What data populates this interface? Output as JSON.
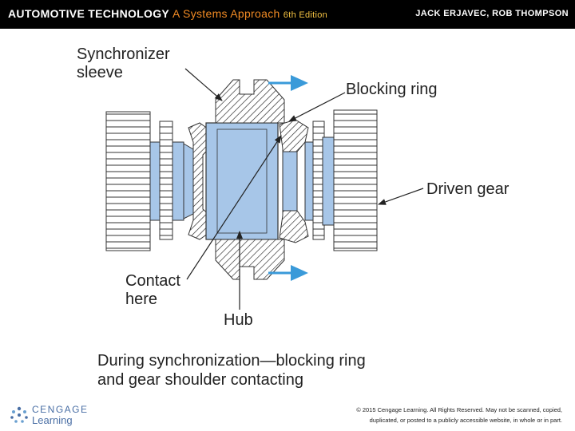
{
  "header": {
    "title_part1": "AUTOMOTIVE TECHNOLOGY",
    "title_part2": "A Systems Approach",
    "title_part3": "6th Edition",
    "authors": "JACK ERJAVEC, ROB THOMPSON"
  },
  "diagram": {
    "labels": {
      "synchronizer_sleeve_line1": "Synchronizer",
      "synchronizer_sleeve_line2": "sleeve",
      "blocking_ring": "Blocking ring",
      "driven_gear": "Driven gear",
      "contact_here_line1": "Contact",
      "contact_here_line2": "here",
      "hub": "Hub"
    },
    "caption_line1": "During synchronization—blocking ring",
    "caption_line2": "and gear shoulder contacting",
    "colors": {
      "part_blue": "#a7c6e8",
      "arrow_blue": "#3a9ad9",
      "outline": "#222222"
    }
  },
  "footer": {
    "logo_line1": "CENGAGE",
    "logo_line2": "Learning",
    "copyright_line1": "© 2015 Cengage Learning. All Rights Reserved. May not be scanned, copied,",
    "copyright_line2": "duplicated, or posted to a publicly accessible website, in whole or in part."
  }
}
